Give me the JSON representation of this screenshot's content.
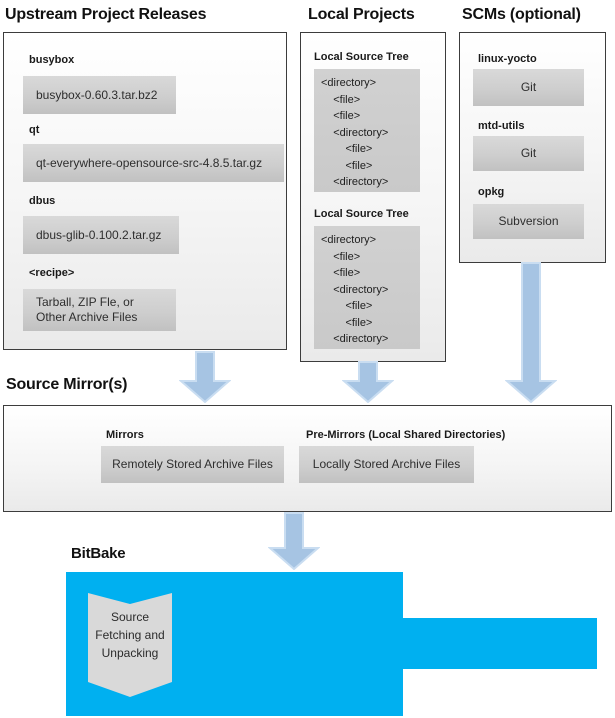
{
  "diagram": {
    "upstream": {
      "title": "Upstream Project Releases",
      "items": [
        {
          "label": "busybox",
          "value": "busybox-0.60.3.tar.bz2"
        },
        {
          "label": "qt",
          "value": "qt-everywhere-opensource-src-4.8.5.tar.gz"
        },
        {
          "label": "dbus",
          "value": "dbus-glib-0.100.2.tar.gz"
        },
        {
          "label": "<recipe>",
          "value": "Tarball, ZIP Fle, or\nOther Archive Files"
        }
      ]
    },
    "local_projects": {
      "title": "Local Projects",
      "sections": [
        {
          "label": "Local Source Tree",
          "tree": "<directory>\n    <file>\n    <file>\n    <directory>\n        <file>\n        <file>\n    <directory>"
        },
        {
          "label": "Local Source Tree",
          "tree": "<directory>\n    <file>\n    <file>\n    <directory>\n        <file>\n        <file>\n    <directory>"
        }
      ]
    },
    "scms": {
      "title": "SCMs (optional)",
      "items": [
        {
          "label": "linux-yocto",
          "value": "Git"
        },
        {
          "label": "mtd-utils",
          "value": "Git"
        },
        {
          "label": "opkg",
          "value": "Subversion"
        }
      ]
    },
    "source_mirrors": {
      "title": "Source Mirror(s)",
      "items": [
        {
          "label": "Mirrors",
          "value": "Remotely Stored Archive Files"
        },
        {
          "label": "Pre-Mirrors (Local Shared Directories)",
          "value": "Locally Stored Archive Files"
        }
      ]
    },
    "bitbake": {
      "title": "BitBake",
      "step": "Source Fetching and Unpacking"
    },
    "colors": {
      "bitbake_fill": "#00b0f0",
      "arrow_fill": "#a6c4e3",
      "arrow_border": "#c9ddf1",
      "box_border": "#3c3c3c",
      "chip_fill": "#cecece"
    }
  }
}
